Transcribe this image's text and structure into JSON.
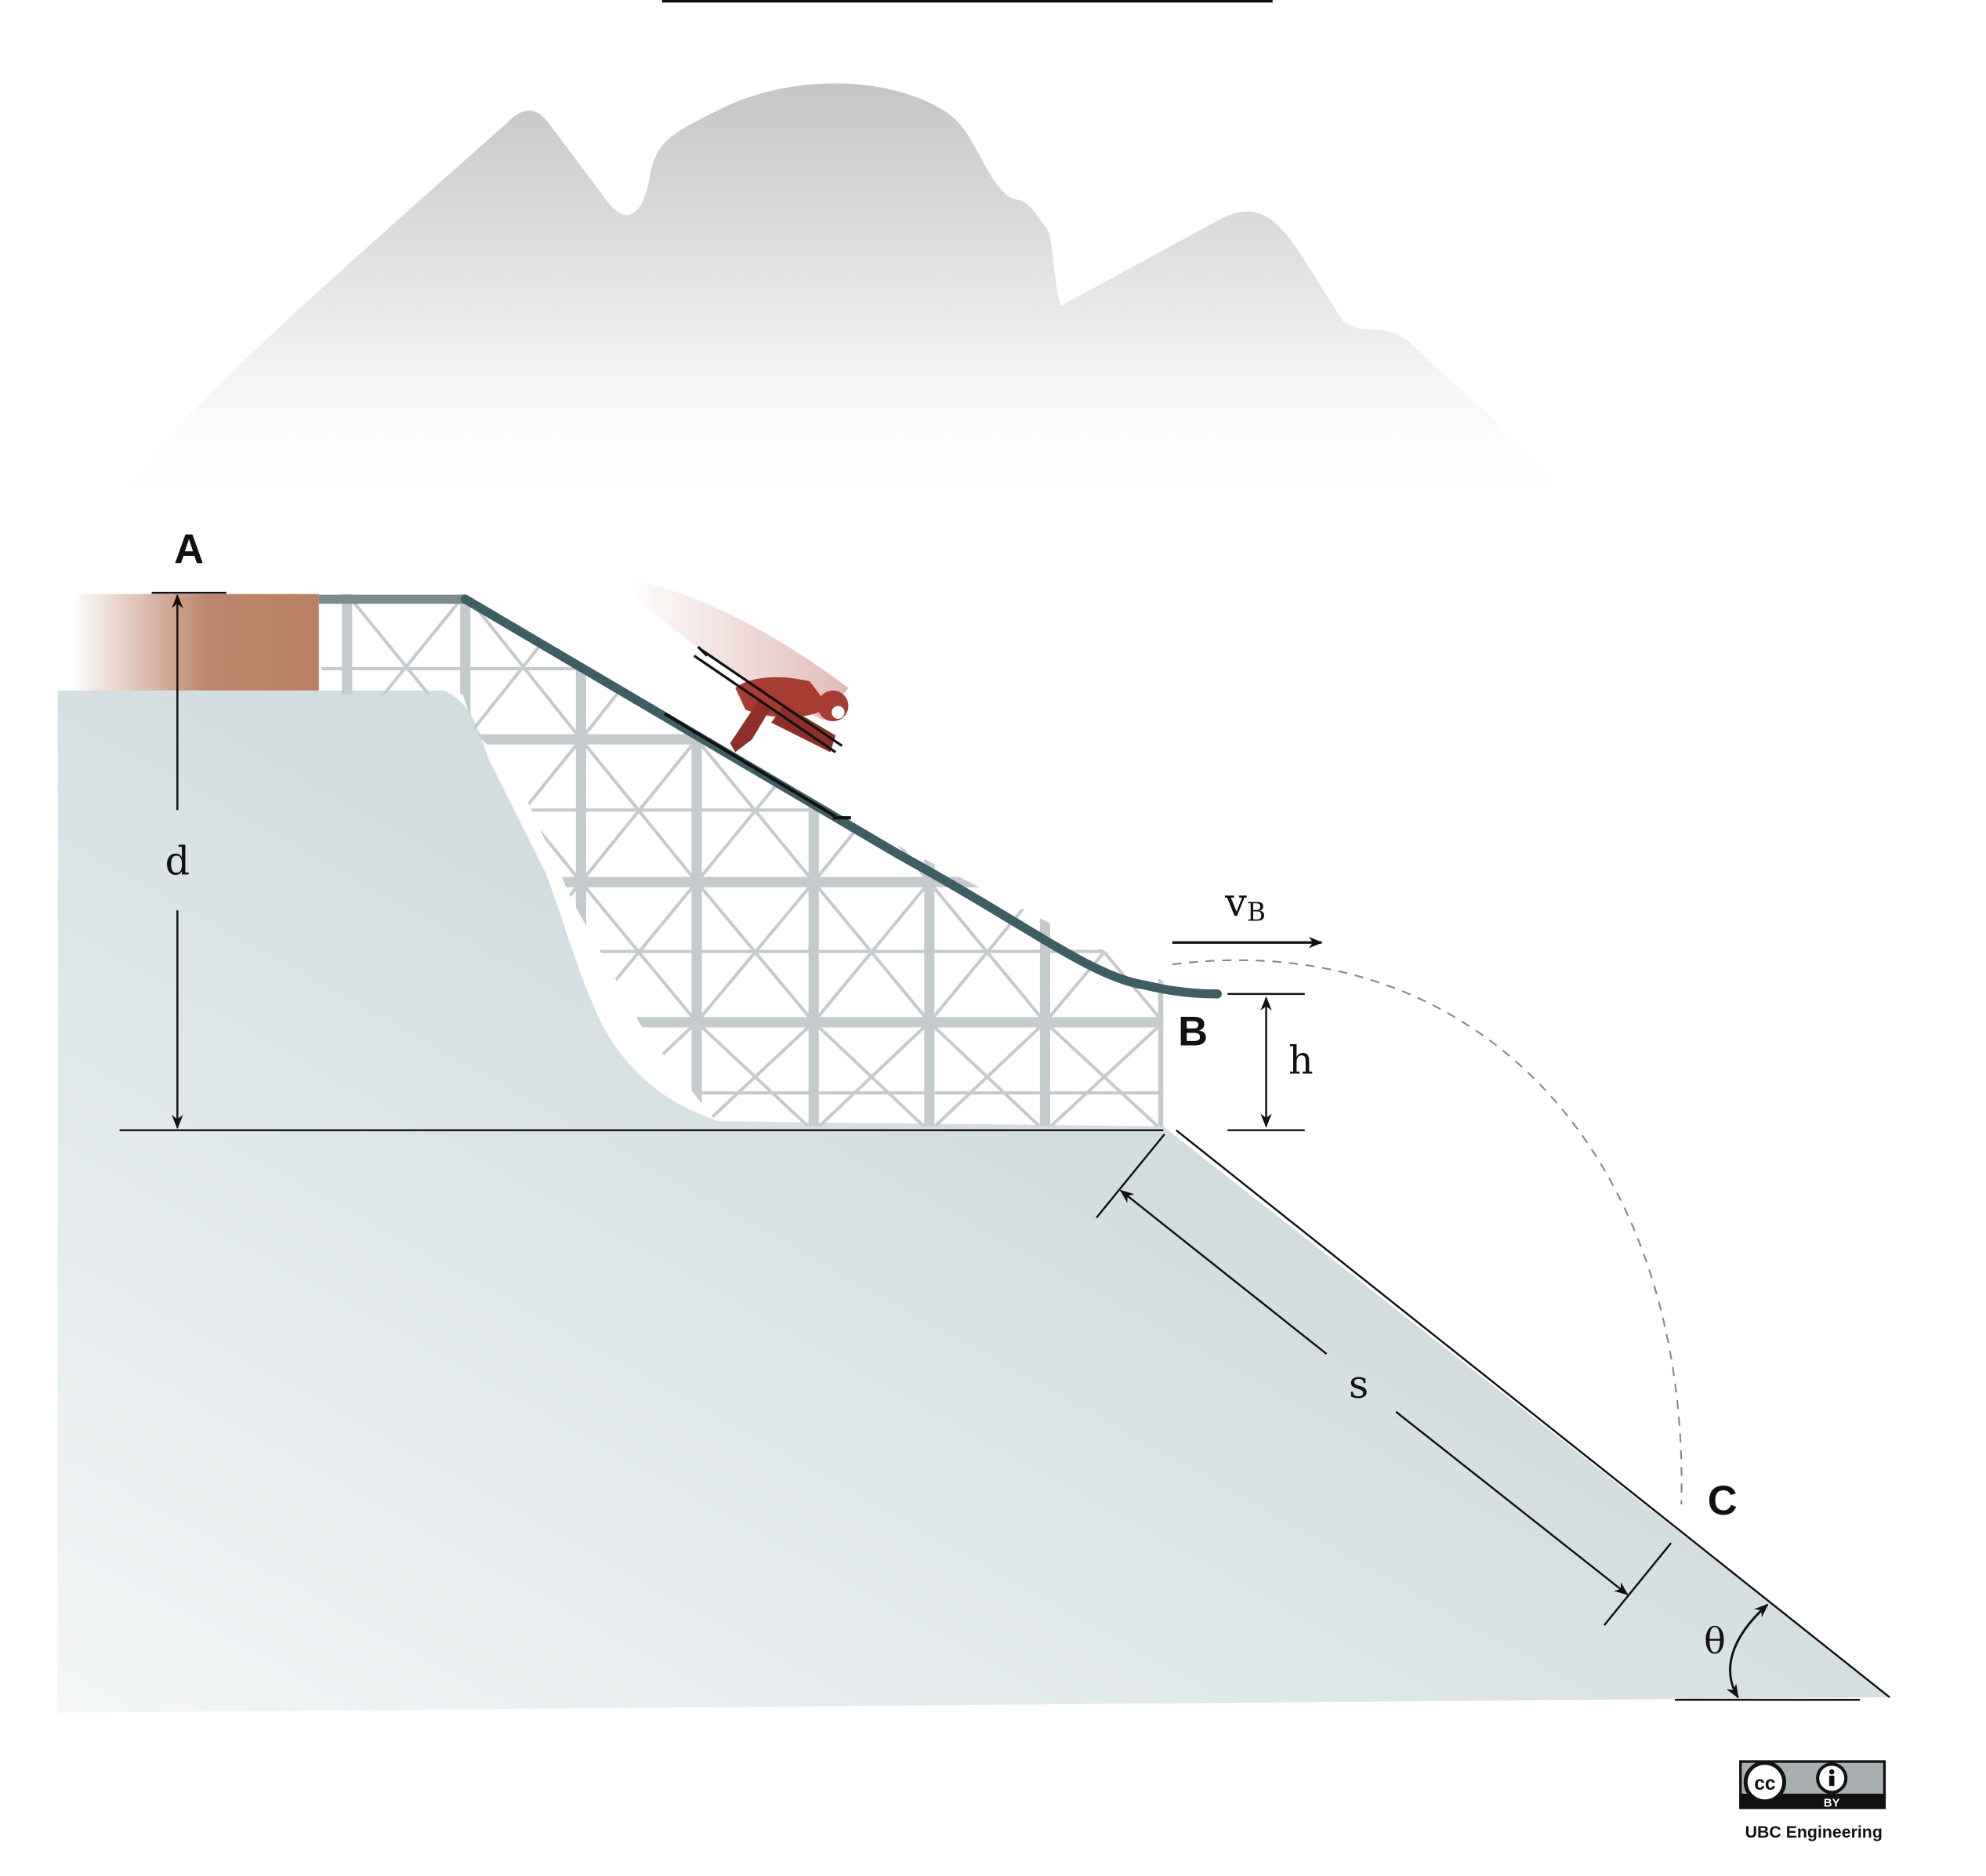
{
  "points": {
    "a": "A",
    "b": "B",
    "c": "C"
  },
  "dimensions": {
    "d": "d",
    "h": "h",
    "s": "s",
    "theta": "θ"
  },
  "velocity": {
    "symbol": "v",
    "subscript": "B"
  },
  "license": {
    "cc": "cc",
    "by": "BY",
    "credit": "UBC Engineering"
  },
  "colors": {
    "ground": "#d3dde0",
    "ramp": "#3f5e63",
    "scaffold": "#c5cbcd",
    "start_block": "#b98064",
    "skier": "#a63c32",
    "mountain": "#c9cacc"
  }
}
